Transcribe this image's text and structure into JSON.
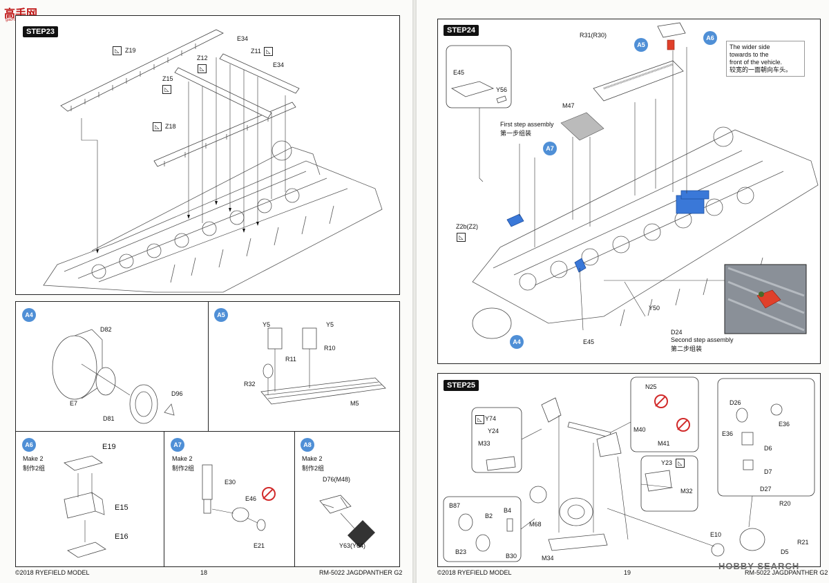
{
  "watermark_top": {
    "logo": "高手网",
    "sub": "gao-shou.com"
  },
  "watermark_bottom": "HOBBY SEARCH",
  "left_page": {
    "step23": {
      "tag": "STEP23",
      "labels": {
        "e34a": "E34",
        "z19": "Z19",
        "z12": "Z12",
        "z11": "Z11",
        "e34b": "E34",
        "z15": "Z15",
        "z18": "Z18"
      }
    },
    "a4": {
      "tag": "A4",
      "labels": {
        "d82": "D82",
        "e7": "E7",
        "d96": "D96",
        "d81": "D81"
      }
    },
    "a5": {
      "tag": "A5",
      "labels": {
        "y5a": "Y5",
        "y5b": "Y5",
        "r11": "R11",
        "r10": "R10",
        "r32": "R32",
        "m5": "M5"
      }
    },
    "a6": {
      "tag": "A6",
      "make": "Make 2",
      "make_cn": "制作2组",
      "labels": {
        "e19": "E19",
        "e15": "E15",
        "e16": "E16"
      }
    },
    "a7": {
      "tag": "A7",
      "make": "Make 2",
      "make_cn": "制作2组",
      "labels": {
        "e30": "E30",
        "e46": "E46",
        "e21": "E21"
      }
    },
    "a8": {
      "tag": "A8",
      "make": "Make 2",
      "make_cn": "制作2组",
      "labels": {
        "d76": "D76(M48)",
        "y63": "Y63(Y64)"
      }
    },
    "footer": {
      "copyright": "©2018 RYEFIELD MODEL",
      "page": "18",
      "product": "RM-5022 JAGDPANTHER G2"
    }
  },
  "right_page": {
    "step24": {
      "tag": "STEP24",
      "labels": {
        "r31": "R31(R30)",
        "a5": "A5",
        "a6": "A6",
        "e45a": "E45",
        "y56": "Y56",
        "m47": "M47",
        "a7": "A7",
        "z2b": "Z2b(Z2)",
        "e45b": "E45",
        "y50": "Y50",
        "d24": "D24",
        "a4": "A4"
      },
      "first_step": "First step assembly",
      "first_step_cn": "第一步组装",
      "second_step": "Second step assembly",
      "second_step_cn": "第二步组装",
      "note_en": [
        "The wider side",
        "towards to the",
        "front of the vehicle."
      ],
      "note_cn": "较宽的一面朝向车头。"
    },
    "step25": {
      "tag": "STEP25",
      "labels": {
        "y74": "Y74",
        "y24": "Y24",
        "m33": "M33",
        "n25": "N25",
        "m40": "M40",
        "m41": "M41",
        "y23": "Y23",
        "m32": "M32",
        "d26": "D26",
        "e36a": "E36",
        "e36b": "E36",
        "d6": "D6",
        "d7": "D7",
        "d27": "D27",
        "r20": "R20",
        "r21": "R21",
        "d5": "D5",
        "e10": "E10",
        "b87": "B87",
        "b2": "B2",
        "b4": "B4",
        "m68": "M68",
        "b23": "B23",
        "b30": "B30",
        "m34": "M34"
      }
    },
    "footer": {
      "copyright": "©2018 RYEFIELD MODEL",
      "page": "19",
      "product": "RM-5022 JAGDPANTHER G2"
    }
  },
  "colors": {
    "accent_blue": "#4f8fd6",
    "part_blue": "#3a78d8",
    "part_red": "#e0402a",
    "ink": "#111111",
    "noglue_red": "#d12a2a"
  },
  "icons": [
    "bench-cut-icon",
    "no-glue-icon"
  ]
}
